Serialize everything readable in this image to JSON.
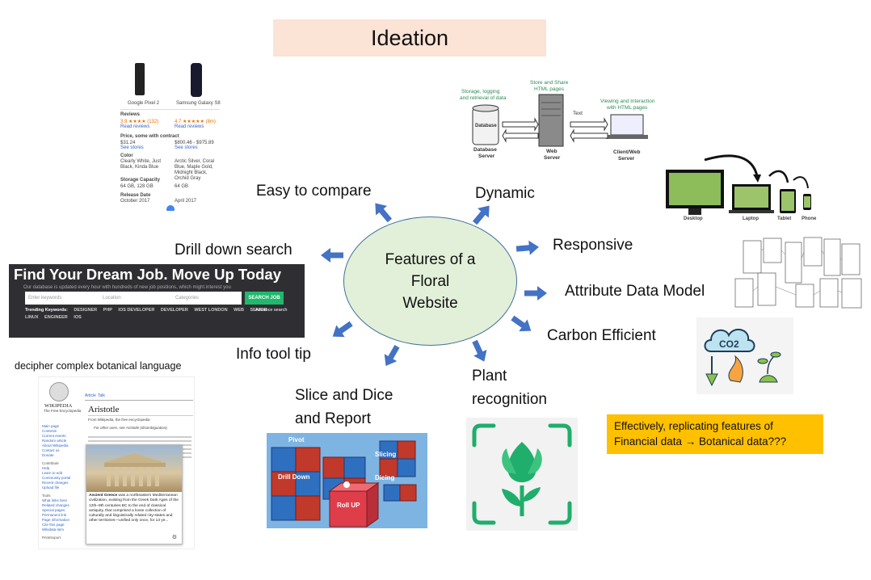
{
  "title": "Ideation",
  "center": {
    "line1": "Features of a",
    "line2": "Floral",
    "line3": "Website"
  },
  "features": {
    "easy_compare": "Easy to compare",
    "dynamic": "Dynamic",
    "drill_down": "Drill down search",
    "responsive": "Responsive",
    "attribute_model": "Attribute Data Model",
    "carbon": "Carbon Efficient",
    "tooltip": "Info tool tip",
    "plant_recognition_1": "Plant",
    "plant_recognition_2": "recognition",
    "slice_dice_1": "Slice and Dice",
    "slice_dice_2": "and Report"
  },
  "decipher_label": "decipher complex botanical language",
  "note": {
    "line1": "Effectively, replicating features of",
    "line2": "Financial data → Botanical data???"
  },
  "colors": {
    "title_bg": "#fbe3d6",
    "ellipse_fill": "#e2f0d9",
    "arrow": "#4472c4",
    "note_bg": "#ffc000"
  },
  "compare": {
    "phone1": "Google Pixel 2",
    "phone2": "Samsung Galaxy S8",
    "reviews": "Reviews",
    "read_reviews": "Read reviews",
    "rating1": "3.9 ★★★★ (132)",
    "rating2": "4.7 ★★★★★ (8m)",
    "price": "Price, some with contract",
    "price1": "$31.24",
    "price2": "$800.46 - $975.89",
    "see_stores": "See stores",
    "color": "Color",
    "color1": "Clearly White, Just Black, Kinda Blue",
    "color2": "Arctic Silver, Coral Blue, Maple Gold, Midnight Black, Orchid Gray",
    "storage": "Storage Capacity",
    "storage1": "64 GB, 128 GB",
    "storage2": "64 GB",
    "release": "Release Date",
    "release1": "October 2017",
    "release2": "April 2017"
  },
  "server_diagram": {
    "store_share": "Store and Share",
    "html_pages": "HTML pages",
    "storage1": "Storage, logging",
    "storage2": "and retrieval of data",
    "view1": "Viewing and Interaction",
    "view2": "with HTML pages",
    "database": "Database",
    "db_server1": "Database",
    "db_server2": "Server",
    "web1": "Web",
    "web2": "Server",
    "text": "Text",
    "client1": "Client/Web",
    "client2": "Server"
  },
  "devices": {
    "desktop": "Desktop",
    "laptop": "Laptop",
    "tablet": "Tablet",
    "phone": "Phone"
  },
  "job": {
    "headline": "Find Your Dream Job. Move Up Today",
    "sub": "Our database is updated every hour with hundreds of new job positions, which might interest you",
    "keywords_ph": "Enter keywords",
    "location_ph": "Location",
    "categories_ph": "Categories",
    "search_btn": "SEARCH JOB",
    "trending": "Trending Keywords:",
    "kw": [
      "DESIGNER",
      "PHP",
      "IOS DEVELOPER",
      "DEVELOPER",
      "WEST LONDON",
      "WEB",
      "SENIOR"
    ],
    "kw2": [
      "LINUX",
      "ENGINEER",
      "IOS"
    ],
    "advance": "Advance search"
  },
  "co2": "CO2",
  "cube": {
    "pivot": "Pivot",
    "drill_down": "Drill Down",
    "slicing": "Slicing",
    "dicing": "Dicing",
    "roll_up": "Roll UP"
  },
  "wiki": {
    "logo": "WIKIPEDIA",
    "logo_sub": "The Free Encyclopedia",
    "tab_article": "Article",
    "tab_talk": "Talk",
    "heading": "Aristotle",
    "from": "From Wikipedia, the free encyclopedia",
    "other_uses": "For other uses, see Aristotle (disambiguation).",
    "side_links": [
      "Main page",
      "Contents",
      "Current events",
      "Random article",
      "About Wikipedia",
      "Contact us",
      "Donate"
    ],
    "side_contribute": "Contribute",
    "side_links2": [
      "Help",
      "Learn to edit",
      "Community portal",
      "Recent changes",
      "Upload file"
    ],
    "side_tools": "Tools",
    "side_links3": [
      "What links here",
      "Related changes",
      "Special pages",
      "Permanent link",
      "Page information",
      "Cite this page",
      "Wikidata item"
    ],
    "side_print": "Print/export",
    "popup_title": "Ancient Greece",
    "popup_text": "was a northeastern Mediterranean civilization, existing from the Greek Dark Ages of the 12th–9th centuries BC to the end of classical antiquity, that comprised a loose collection of culturally and linguistically related city-states and other territories—unified only once, for 13 ye..."
  }
}
